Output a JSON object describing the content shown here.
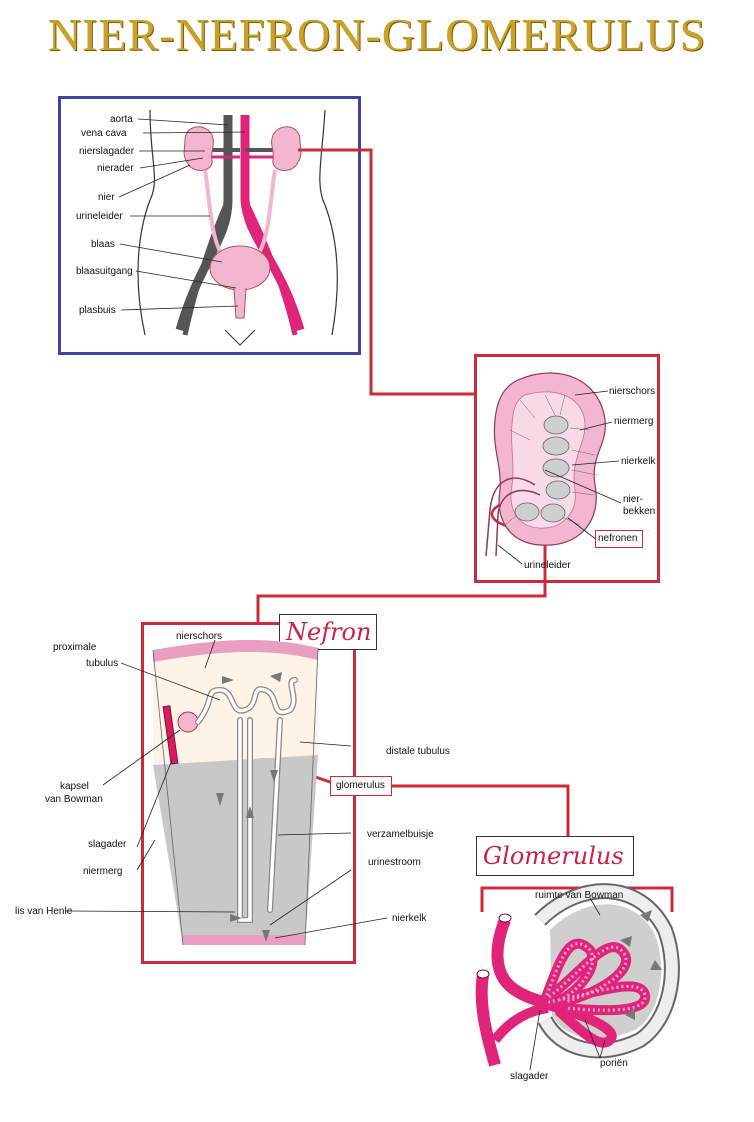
{
  "title": "NIER-NEFRON-GLOMERULUS",
  "colors": {
    "accent_pink": "#e0247a",
    "light_pink": "#f2b6d0",
    "grey_vessel": "#555555",
    "frame_blue": "#3f44a3",
    "frame_red": "#cc2b3a",
    "title_gold": "#c9a227"
  },
  "body_panel": {
    "labels": [
      "aorta",
      "vena cava",
      "nierslagader",
      "nierader",
      "nier",
      "urineleider",
      "blaas",
      "blaasuitgang",
      "plasbuis"
    ]
  },
  "kidney_panel": {
    "labels": [
      "nierschors",
      "niermerg",
      "nierkelk",
      "nier-",
      "bekken",
      "nefronen",
      "urineleider"
    ]
  },
  "nephron_panel": {
    "heading": "Nefron",
    "labels": [
      "nierschors",
      "proximale",
      "tubulus",
      "distale tubulus",
      "glomerulus",
      "kapsel",
      "van Bowman",
      "verzamelbuisje",
      "slagader",
      "urinestroom",
      "niermerg",
      "lis van Henle",
      "nierkelk"
    ]
  },
  "glomerulus_panel": {
    "heading": "Glomerulus",
    "labels": [
      "ruimte van Bowman",
      "poriën",
      "slagader"
    ]
  }
}
